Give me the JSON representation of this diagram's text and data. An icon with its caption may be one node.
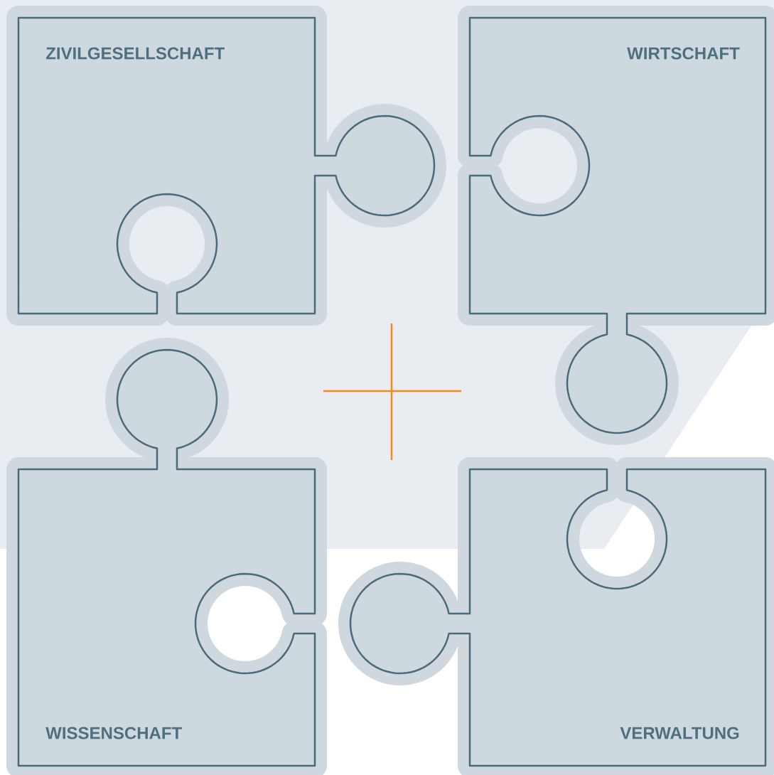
{
  "diagram": {
    "nodes": [
      {
        "text": [
          "ZIVILGESELLSCHAFT"
        ]
      },
      {
        "text": [
          "WIRTSCHAFT"
        ]
      },
      {
        "text": [
          "WISSENSCHAFT"
        ]
      },
      {
        "text": [
          "VERWALTUNG"
        ]
      }
    ]
  }
}
